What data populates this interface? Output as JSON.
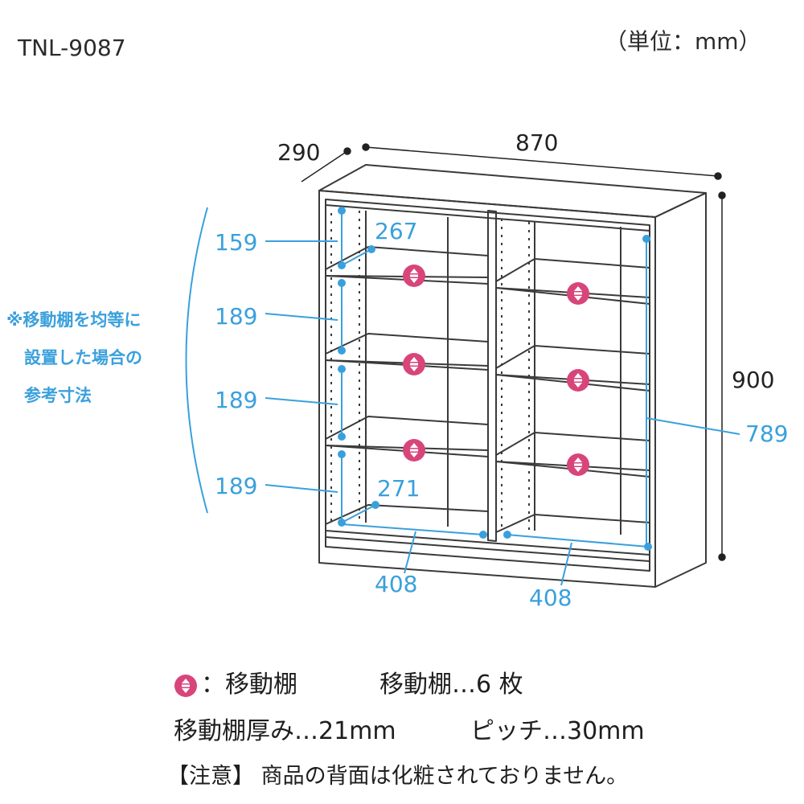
{
  "header": {
    "model": "TNL-9087",
    "unit": "（単位：mm）"
  },
  "dimensions": {
    "depth": "290",
    "width": "870",
    "height": "900",
    "inner_height": "789",
    "inner_width_left": "408",
    "inner_width_right": "408",
    "inner_depth_top": "267",
    "inner_depth_bottom": "271",
    "shelf_spacing": [
      "159",
      "189",
      "189",
      "189"
    ]
  },
  "note": {
    "lines": [
      "※移動棚を均等に",
      "設置した場合の",
      "参考寸法"
    ]
  },
  "legend": {
    "icon_label": "：移動棚",
    "count": "移動棚…6 枚",
    "thickness": "移動棚厚み…21mm",
    "pitch": "ピッチ…30mm",
    "caution": "【注意】 商品の背面は化粧されておりません。"
  },
  "colors": {
    "line": "#3a3a3a",
    "accent_blue": "#3aa0dc",
    "shelf_marker": "#d8457a"
  },
  "icons": {
    "shelf_marker": "movable-shelf-marker-icon"
  }
}
